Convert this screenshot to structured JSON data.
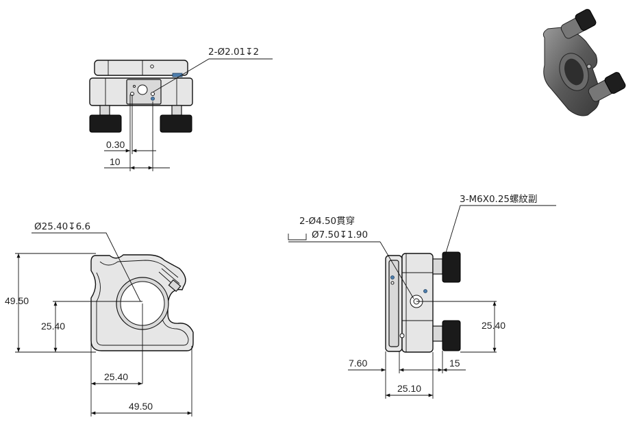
{
  "top_view": {
    "hole_note": "2-Ø2.01↧2",
    "dim_offset": "0.30",
    "dim_width": "10"
  },
  "front_view": {
    "bore_note": "Ø25.40↧6.6",
    "height_total": "49.50",
    "height_center": "25.40",
    "width_center": "25.40",
    "width_total": "49.50"
  },
  "side_view": {
    "thread_note": "3-M6X0.25螺紋副",
    "through_note": "2-Ø4.50貫穿",
    "cbore_note": "Ø7.50↧1.90",
    "dim_plate": "7.60",
    "dim_knob": "15",
    "dim_depth": "25.10",
    "dim_center_height": "25.40"
  },
  "colors": {
    "line": "#111111",
    "part_fill": "#e6e6e6",
    "knob": "#1a1a1a",
    "hole_accent": "#4e7fae"
  }
}
